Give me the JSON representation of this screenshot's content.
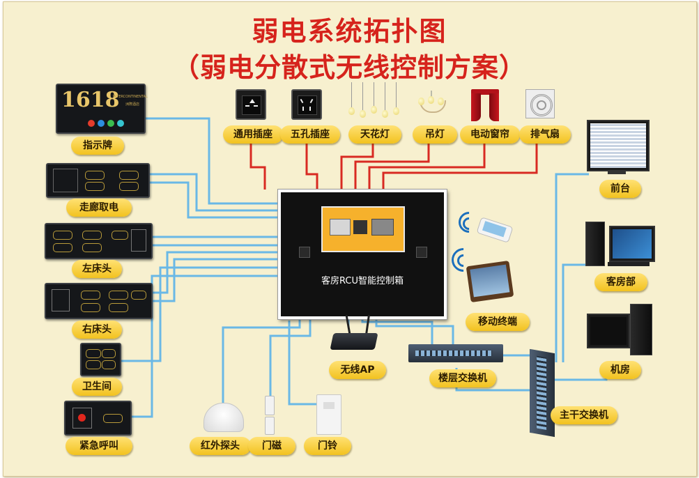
{
  "title": {
    "line1": "弱电系统拓扑图",
    "line2": "（弱电分散式无线控制方案）"
  },
  "colors": {
    "title": "#d6231c",
    "power_line": "#d82a22",
    "signal_line": "#6ab8e6",
    "pill_fill": "#f2c21f",
    "background": "#f7f0cf"
  },
  "controller": {
    "label": "客房RCU智能控制箱"
  },
  "left_panels": {
    "doorplate": {
      "label": "指示牌",
      "room_number": "1618",
      "brand": "INTERCONTINENTAL",
      "brand_cn": "洲際酒店"
    },
    "corridor": {
      "label": "走廊取电"
    },
    "left_bedside": {
      "label": "左床头"
    },
    "right_bedside": {
      "label": "右床头"
    },
    "bathroom": {
      "label": "卫生间"
    },
    "emergency": {
      "label": "紧急呼叫"
    }
  },
  "top_devices": {
    "universal_socket": {
      "label": "通用插座"
    },
    "five_hole_socket": {
      "label": "五孔插座"
    },
    "ceiling_lights": {
      "label": "天花灯"
    },
    "chandelier": {
      "label": "吊灯"
    },
    "curtain": {
      "label": "电动窗帘"
    },
    "exhaust_fan": {
      "label": "排气扇"
    }
  },
  "bottom_devices": {
    "ir_sensor": {
      "label": "红外探头"
    },
    "door_magnet": {
      "label": "门磁"
    },
    "doorbell": {
      "label": "门铃"
    },
    "wireless_ap": {
      "label": "无线AP"
    },
    "floor_switch": {
      "label": "楼层交换机"
    },
    "core_switch": {
      "label": "主干交换机"
    }
  },
  "right_devices": {
    "front_desk": {
      "label": "前台"
    },
    "housekeeping": {
      "label": "客房部"
    },
    "mobile_terminal": {
      "label": "移动终端"
    },
    "machine_room": {
      "label": "机房"
    }
  },
  "icons": [
    "wifi-icon",
    "phone-icon",
    "tablet-icon",
    "socket-icon",
    "bulb-icon",
    "chandelier-icon",
    "curtain-icon",
    "fan-icon",
    "router-icon",
    "switch-icon",
    "monitor-icon",
    "tower-icon"
  ]
}
